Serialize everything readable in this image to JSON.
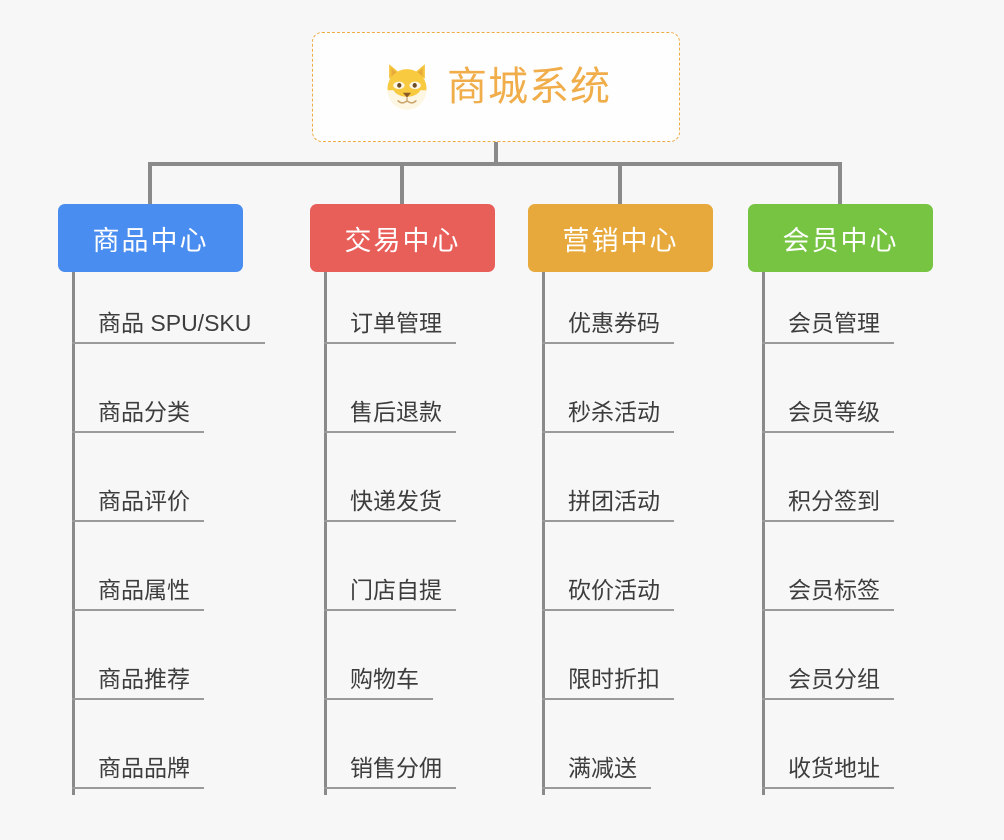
{
  "root": {
    "title": "商城系统",
    "icon": "shiba-dog-face-icon",
    "border_color": "#efab44",
    "text_color": "#f0ad4a"
  },
  "connector_color": "#8a8a8a",
  "page_background": "#f7f7f7",
  "branches": [
    {
      "label": "商品中心",
      "color": "#4a8df0",
      "items": [
        "商品 SPU/SKU",
        "商品分类",
        "商品评价",
        "商品属性",
        "商品推荐",
        "商品品牌"
      ]
    },
    {
      "label": "交易中心",
      "color": "#e85f5a",
      "items": [
        "订单管理",
        "售后退款",
        "快递发货",
        "门店自提",
        "购物车",
        "销售分佣"
      ]
    },
    {
      "label": "营销中心",
      "color": "#e8a93c",
      "items": [
        "优惠券码",
        "秒杀活动",
        "拼团活动",
        "砍价活动",
        "限时折扣",
        "满减送"
      ]
    },
    {
      "label": "会员中心",
      "color": "#76c442",
      "items": [
        "会员管理",
        "会员等级",
        "积分签到",
        "会员标签",
        "会员分组",
        "收货地址"
      ]
    }
  ]
}
